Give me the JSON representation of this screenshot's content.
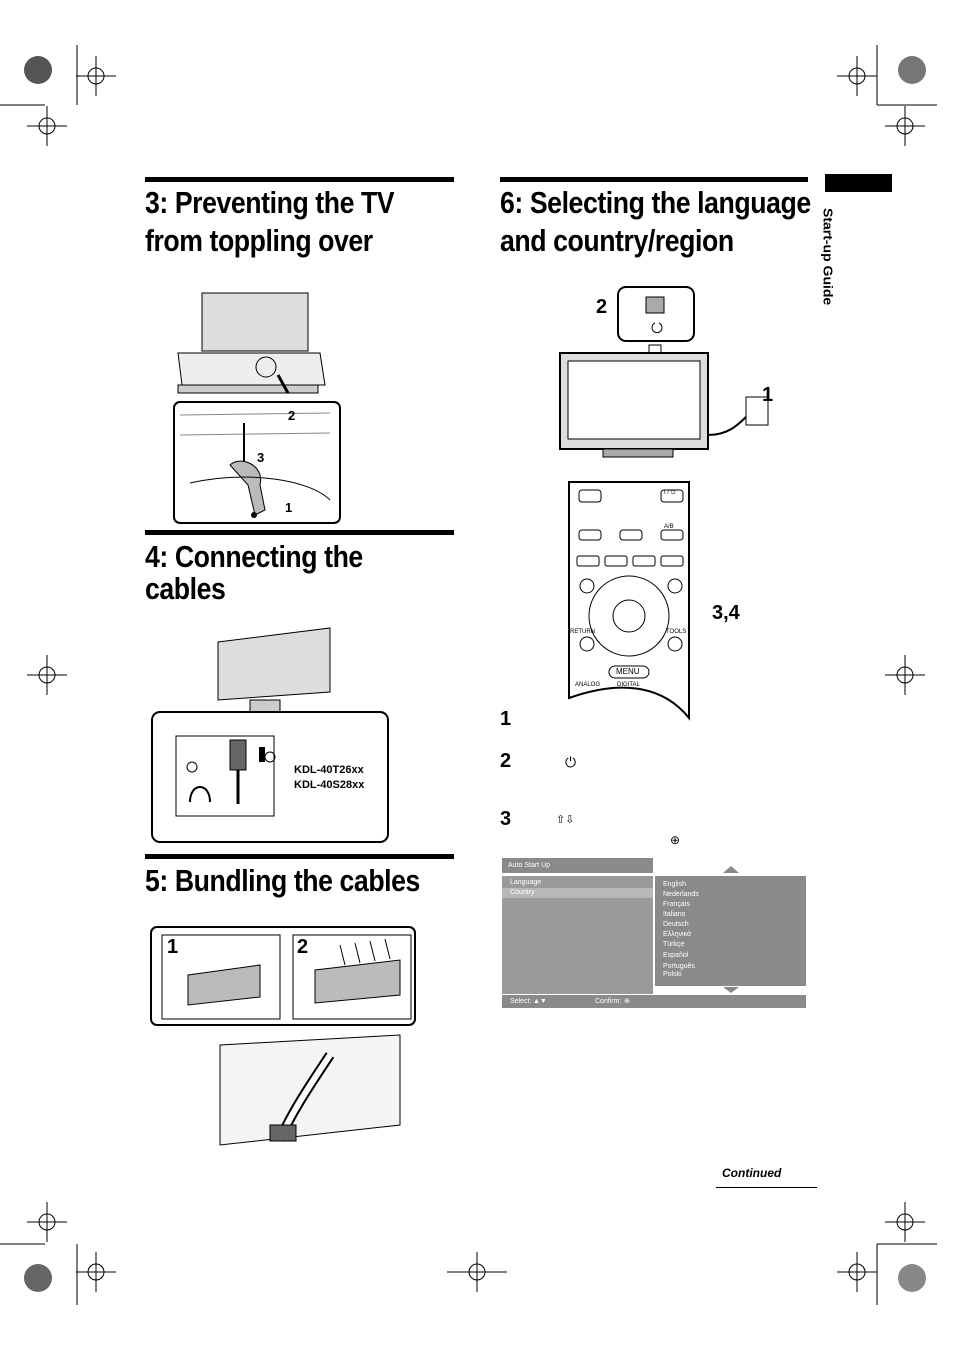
{
  "sidebar": {
    "section_label": "Start-up Guide"
  },
  "sections": {
    "s3": {
      "title_line1": "3: Preventing the TV",
      "title_line2": "from toppling over",
      "callouts": [
        "2",
        "3",
        "1"
      ]
    },
    "s4": {
      "title_line1": "4: Connecting the",
      "title_line2": "cables",
      "models": [
        "KDL-40T26xx",
        "KDL-40S28xx"
      ]
    },
    "s5": {
      "title": "5: Bundling the cables",
      "panel_labels": [
        "1",
        "2"
      ]
    },
    "s6": {
      "title_line1": "6: Selecting the language",
      "title_line2": "and country/region",
      "callouts": [
        "2",
        "1",
        "3,4"
      ],
      "remote_labels": [
        "RETURN",
        "TOOLS",
        "MENU",
        "ANALOG",
        "DIGITAL",
        "A/B",
        "I / ⏻"
      ],
      "steps": [
        "1",
        "2",
        "3"
      ]
    }
  },
  "menu": {
    "title": "Auto Start Up",
    "items": [
      "Language",
      "Country"
    ],
    "languages": [
      "English",
      "Nederlands",
      "Français",
      "Italiano",
      "Deutsch",
      "Ελληνικά",
      "Türkçe",
      "Español",
      "Português",
      "Polski"
    ],
    "footer_select": "Select:",
    "footer_confirm": "Confirm:"
  },
  "footer": {
    "continued": "Continued"
  },
  "colors": {
    "menu_gray": "#8a8a8a",
    "menu_highlight": "#b8b8b8"
  }
}
